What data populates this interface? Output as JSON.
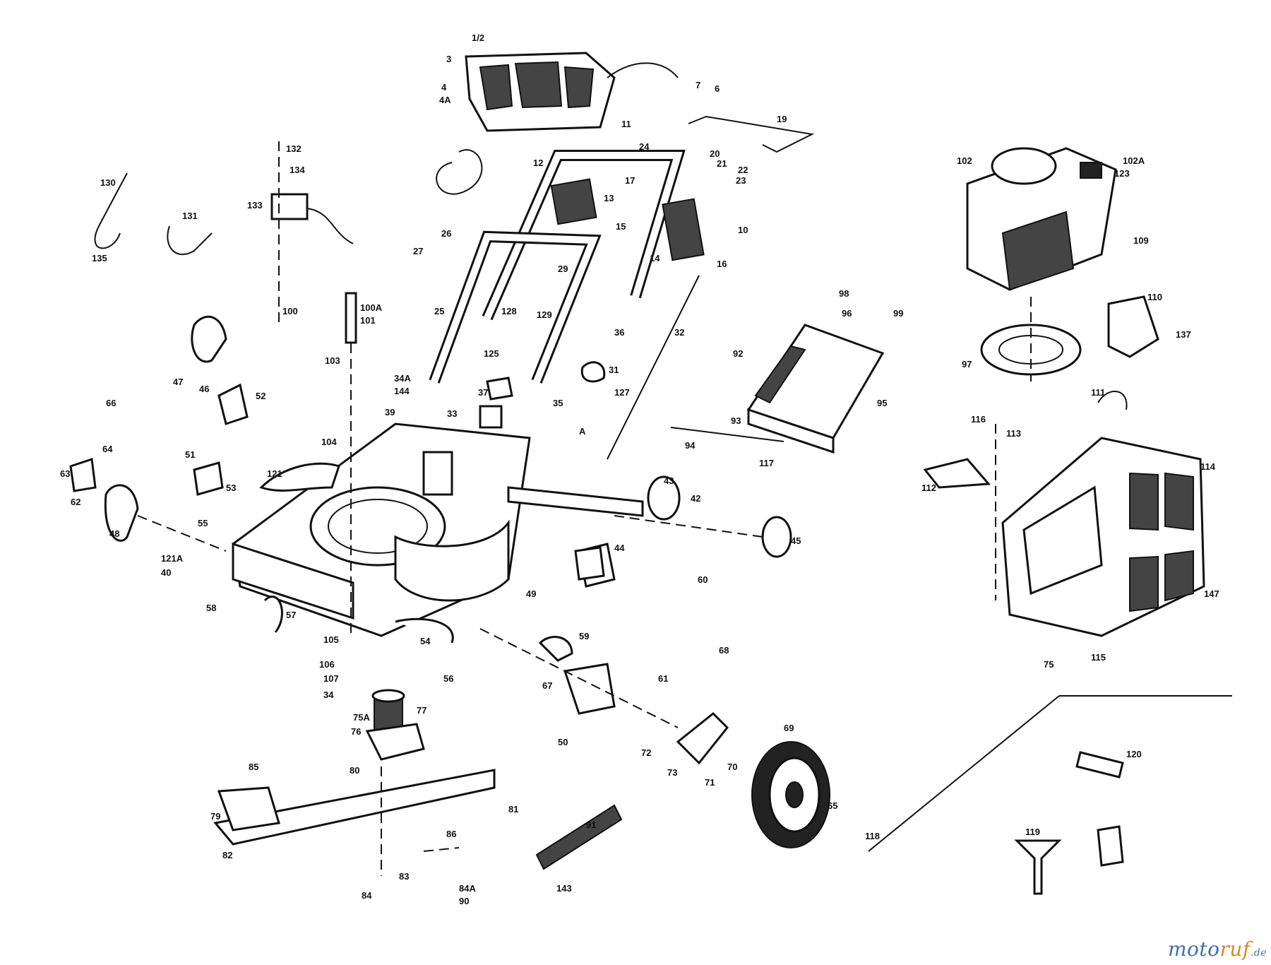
{
  "watermark": {
    "part1": "moto",
    "part2": "ruf",
    "part3": ".de"
  },
  "callouts": [
    {
      "id": "c1",
      "text": "1/2"
    },
    {
      "id": "c2",
      "text": "3"
    },
    {
      "id": "c3",
      "text": "4"
    },
    {
      "id": "c4",
      "text": "4A"
    },
    {
      "id": "c5",
      "text": "7"
    },
    {
      "id": "c6",
      "text": "6"
    },
    {
      "id": "c7",
      "text": "11"
    },
    {
      "id": "c8",
      "text": "19"
    },
    {
      "id": "c9",
      "text": "24"
    },
    {
      "id": "c10",
      "text": "20"
    },
    {
      "id": "c11",
      "text": "21"
    },
    {
      "id": "c12",
      "text": "22"
    },
    {
      "id": "c13",
      "text": "23"
    },
    {
      "id": "c14",
      "text": "10"
    },
    {
      "id": "c15",
      "text": "16"
    },
    {
      "id": "c16",
      "text": "14"
    },
    {
      "id": "c17",
      "text": "15"
    },
    {
      "id": "c18",
      "text": "13"
    },
    {
      "id": "c19",
      "text": "17"
    },
    {
      "id": "c20",
      "text": "12"
    },
    {
      "id": "c21",
      "text": "26"
    },
    {
      "id": "c22",
      "text": "27"
    },
    {
      "id": "c23",
      "text": "29"
    },
    {
      "id": "c24",
      "text": "25"
    },
    {
      "id": "c25",
      "text": "32"
    },
    {
      "id": "c26",
      "text": "36"
    },
    {
      "id": "c27",
      "text": "31"
    },
    {
      "id": "c28",
      "text": "127"
    },
    {
      "id": "c29",
      "text": "128"
    },
    {
      "id": "c30",
      "text": "129"
    },
    {
      "id": "c31",
      "text": "130"
    },
    {
      "id": "c32",
      "text": "135"
    },
    {
      "id": "c33",
      "text": "131"
    },
    {
      "id": "c34",
      "text": "133"
    },
    {
      "id": "c35",
      "text": "134"
    },
    {
      "id": "c36",
      "text": "132"
    },
    {
      "id": "c37",
      "text": "100"
    },
    {
      "id": "c38",
      "text": "100A"
    },
    {
      "id": "c39",
      "text": "101"
    },
    {
      "id": "c40",
      "text": "103"
    },
    {
      "id": "c41",
      "text": "104"
    },
    {
      "id": "c42",
      "text": "105"
    },
    {
      "id": "c43",
      "text": "106"
    },
    {
      "id": "c44",
      "text": "107"
    },
    {
      "id": "c45",
      "text": "34"
    },
    {
      "id": "c46",
      "text": "34A"
    },
    {
      "id": "c47",
      "text": "144"
    },
    {
      "id": "c48",
      "text": "125"
    },
    {
      "id": "c49",
      "text": "37"
    },
    {
      "id": "c50",
      "text": "33"
    },
    {
      "id": "c51",
      "text": "35"
    },
    {
      "id": "c52",
      "text": "A"
    },
    {
      "id": "c53",
      "text": "39"
    },
    {
      "id": "c54",
      "text": "121"
    },
    {
      "id": "c55",
      "text": "121A"
    },
    {
      "id": "c56",
      "text": "40"
    },
    {
      "id": "c57",
      "text": "66"
    },
    {
      "id": "c58",
      "text": "64"
    },
    {
      "id": "c59",
      "text": "63"
    },
    {
      "id": "c60",
      "text": "62"
    },
    {
      "id": "c61",
      "text": "48"
    },
    {
      "id": "c62",
      "text": "47"
    },
    {
      "id": "c63",
      "text": "46"
    },
    {
      "id": "c64",
      "text": "52"
    },
    {
      "id": "c65",
      "text": "51"
    },
    {
      "id": "c66",
      "text": "53"
    },
    {
      "id": "c67",
      "text": "55"
    },
    {
      "id": "c68",
      "text": "58"
    },
    {
      "id": "c69",
      "text": "57"
    },
    {
      "id": "c70",
      "text": "56"
    },
    {
      "id": "c71",
      "text": "54"
    },
    {
      "id": "c72",
      "text": "59"
    },
    {
      "id": "c73",
      "text": "49"
    },
    {
      "id": "c74",
      "text": "43"
    },
    {
      "id": "c75",
      "text": "42"
    },
    {
      "id": "c76",
      "text": "45"
    },
    {
      "id": "c77",
      "text": "44"
    },
    {
      "id": "c78",
      "text": "60"
    },
    {
      "id": "c79",
      "text": "102"
    },
    {
      "id": "c80",
      "text": "102A"
    },
    {
      "id": "c81",
      "text": "123"
    },
    {
      "id": "c82",
      "text": "109"
    },
    {
      "id": "c83",
      "text": "110"
    },
    {
      "id": "c84",
      "text": "137"
    },
    {
      "id": "c85",
      "text": "97"
    },
    {
      "id": "c86",
      "text": "98"
    },
    {
      "id": "c87",
      "text": "96"
    },
    {
      "id": "c88",
      "text": "99"
    },
    {
      "id": "c89",
      "text": "92"
    },
    {
      "id": "c90",
      "text": "95"
    },
    {
      "id": "c91",
      "text": "93"
    },
    {
      "id": "c92",
      "text": "94"
    },
    {
      "id": "c93",
      "text": "117"
    },
    {
      "id": "c94",
      "text": "116"
    },
    {
      "id": "c95",
      "text": "113"
    },
    {
      "id": "c96",
      "text": "111"
    },
    {
      "id": "c97",
      "text": "114"
    },
    {
      "id": "c98",
      "text": "112"
    },
    {
      "id": "c99",
      "text": "147"
    },
    {
      "id": "c100",
      "text": "115"
    },
    {
      "id": "c101",
      "text": "75"
    },
    {
      "id": "c102",
      "text": "75A"
    },
    {
      "id": "c103",
      "text": "76"
    },
    {
      "id": "c104",
      "text": "77"
    },
    {
      "id": "c105",
      "text": "80"
    },
    {
      "id": "c106",
      "text": "85"
    },
    {
      "id": "c107",
      "text": "79"
    },
    {
      "id": "c108",
      "text": "81"
    },
    {
      "id": "c109",
      "text": "86"
    },
    {
      "id": "c110",
      "text": "82"
    },
    {
      "id": "c111",
      "text": "83"
    },
    {
      "id": "c112",
      "text": "84"
    },
    {
      "id": "c113",
      "text": "84A"
    },
    {
      "id": "c114",
      "text": "90"
    },
    {
      "id": "c115",
      "text": "91"
    },
    {
      "id": "c116",
      "text": "143"
    },
    {
      "id": "c117",
      "text": "50"
    },
    {
      "id": "c118",
      "text": "67"
    },
    {
      "id": "c119",
      "text": "68"
    },
    {
      "id": "c120",
      "text": "61"
    },
    {
      "id": "c121",
      "text": "73"
    },
    {
      "id": "c122",
      "text": "72"
    },
    {
      "id": "c123",
      "text": "71"
    },
    {
      "id": "c124",
      "text": "70"
    },
    {
      "id": "c125",
      "text": "69"
    },
    {
      "id": "c126",
      "text": "65"
    },
    {
      "id": "c127",
      "text": "118"
    },
    {
      "id": "c128",
      "text": "120"
    },
    {
      "id": "c129",
      "text": "119"
    }
  ]
}
